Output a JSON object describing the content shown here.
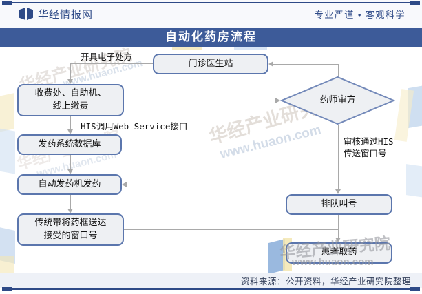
{
  "header": {
    "brand": "华经情报网",
    "slogan": "专业严谨 • 客观科学"
  },
  "title": "自动化药房流程",
  "flowchart": {
    "nodes": {
      "doctor": "门诊医生站",
      "pay": "收费处、自助机、\n线上缴费",
      "database": "发药系统数据库",
      "dispenser": "自动发药机发药",
      "belt": "传统带将药框送达\n接受的窗口号",
      "review": "药师审方",
      "queue": "排队叫号",
      "pickup": "患者取药"
    },
    "edge_labels": {
      "prescription": "开具电子处方",
      "his_webservice": "HIS调用Web Service接口",
      "window_number": "审核通过HIS\n传送窗口号"
    }
  },
  "watermark": {
    "name": "华经产业研究院",
    "url": "www.huaon.com"
  },
  "footer": {
    "source": "资料来源：公开资料，华经产业研究院整理"
  },
  "colors": {
    "navy": "#2e4a87",
    "title_bar": "#3d5b99",
    "node_border": "#5b76ad",
    "node_fill": "#eef0f3",
    "connector": "#a9a9a9"
  }
}
